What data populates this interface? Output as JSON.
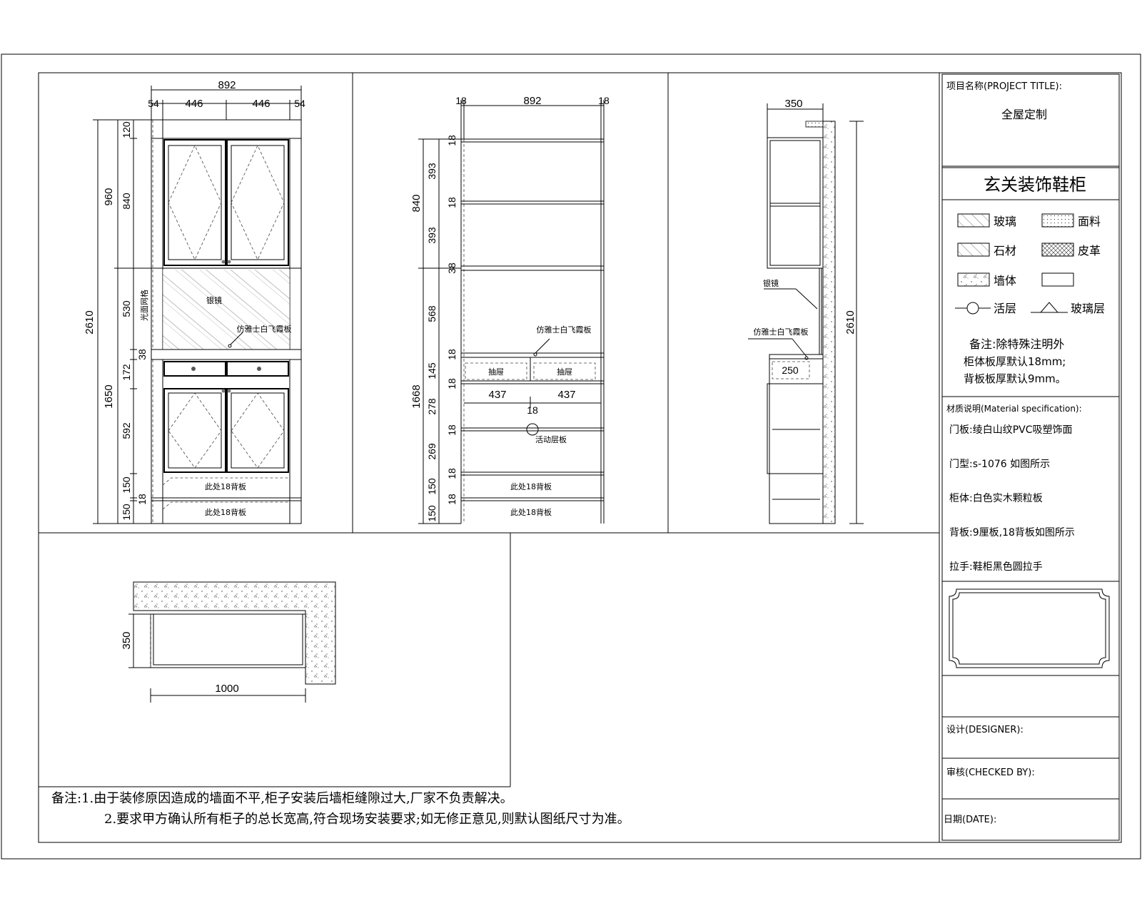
{
  "title_block": {
    "project_title_label": "项目名称(PROJECT TITLE):",
    "project_name": "全屋定制",
    "drawing_title": "玄关装饰鞋柜",
    "legend": {
      "glass": "玻璃",
      "fabric": "面料",
      "stone": "石材",
      "leather": "皮革",
      "wall": "墙体",
      "movable_shelf": "活层",
      "glass_shelf": "玻璃层"
    },
    "remark_lines": [
      "备注:除特殊注明外",
      "柜体板厚默认18mm;",
      "背板板厚默认9mm。"
    ],
    "material_spec_label": "材质说明(Material specification):",
    "material_lines": [
      "门板:绫白山纹PVC吸塑饰面",
      "门型:s-1076 如图所示",
      "柜体:白色实木颗粒板",
      "背板:9厘板,18背板如图所示",
      "拉手:鞋柜黑色圆拉手"
    ],
    "designer_label": "设计(DESIGNER):",
    "checked_label": "审核(CHECKED BY):",
    "date_label": "日期(DATE):"
  },
  "front_view": {
    "dims_top": [
      "892",
      "54",
      "446",
      "446",
      "54"
    ],
    "dims_left_outer": [
      "960",
      "2610",
      "1650"
    ],
    "dims_left_inner": [
      "120",
      "840",
      "530",
      "38",
      "172",
      "592",
      "150",
      "18",
      "150"
    ],
    "labels": {
      "mirror": "银镜",
      "board": "仿雅士白飞霞板",
      "back_panel_1": "此处18背板",
      "back_panel_2": "此处18背板",
      "side_note": "光面网格"
    }
  },
  "section_view": {
    "dims_top": [
      "18",
      "892",
      "18"
    ],
    "dims_left_outer": [
      "840",
      "1668"
    ],
    "dims_left_inner": [
      "18",
      "393",
      "18",
      "393",
      "38",
      "568",
      "18",
      "145",
      "18",
      "278",
      "18",
      "269",
      "18",
      "150",
      "18",
      "150"
    ],
    "drawer_labels": [
      "抽屉",
      "抽屉"
    ],
    "bottom_dims": [
      "437",
      "18",
      "437"
    ],
    "labels": {
      "board": "仿雅士白飞霞板",
      "movable_shelf": "活动层板",
      "back_panel_1": "此处18背板",
      "back_panel_2": "此处18背板"
    }
  },
  "side_view": {
    "dim_top": "350",
    "dim_right": "2610",
    "dim_drawer": "250",
    "labels": {
      "mirror": "银镜",
      "board": "仿雅士白飞霞板"
    }
  },
  "plan_view": {
    "dim_depth": "350",
    "dim_width": "1000"
  },
  "bottom_notes": [
    "备注:1.由于装修原因造成的墙面不平,柜子安装后墙柜缝隙过大,厂家不负责解决。",
    "2.要求甲方确认所有柜子的总长宽高,符合现场安装要求;如无修正意见,则默认图纸尺寸为准。"
  ]
}
